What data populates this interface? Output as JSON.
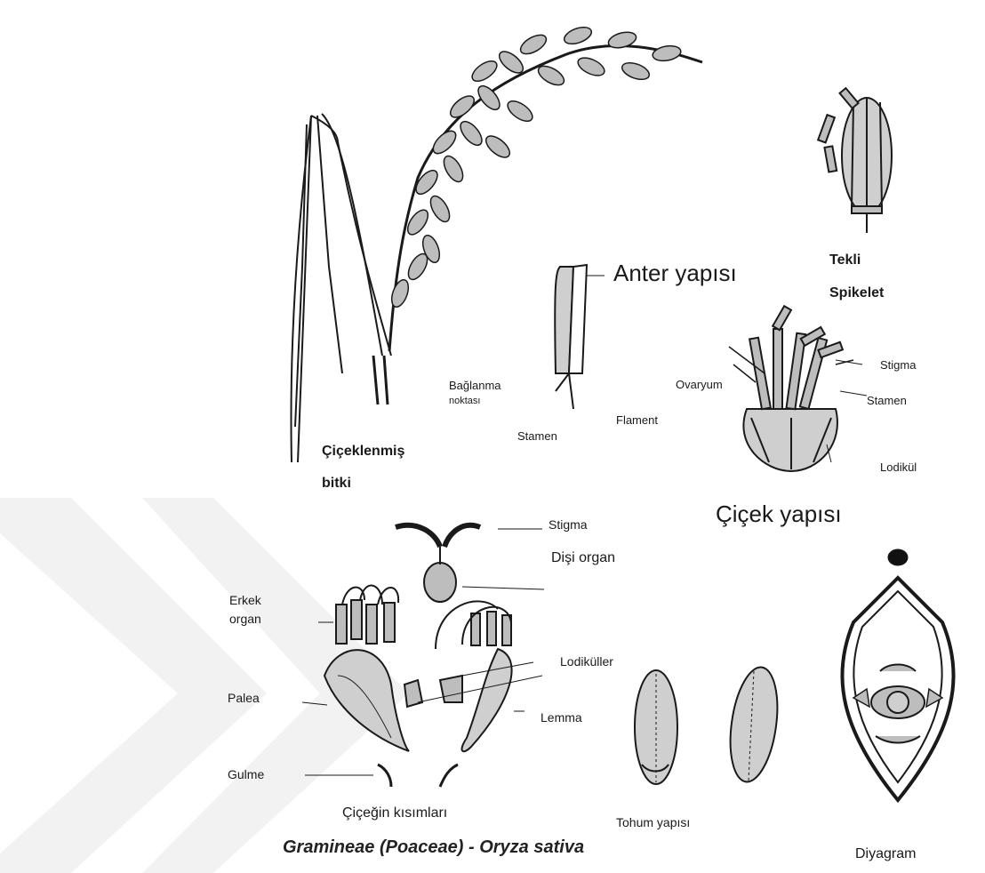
{
  "labels": {
    "anter_yapisi": "Anter yapısı",
    "tekli_spikelet_line1": "Tekli",
    "tekli_spikelet_line2": "Spikelet",
    "baglanma_line1": "Bağlanma",
    "baglanma_line2": "noktası",
    "stamen_anter": "Stamen",
    "flament": "Flament",
    "ovaryum": "Ovaryum",
    "stigma_flower": "Stigma",
    "stamen_flower": "Stamen",
    "lodikul": "Lodikül",
    "cicek_yapisi": "Çiçek yapısı",
    "ciceklenmis_line1": "Çiçeklenmiş",
    "ciceklenmis_line2": "bitki",
    "stigma_parts": "Stigma",
    "disi_organ": "Dişi organ",
    "erkek_line1": "Erkek",
    "erkek_line2": "organ",
    "lodikuller": "Lodiküller",
    "palea": "Palea",
    "lemma": "Lemma",
    "gulme": "Gulme",
    "cicegin_kisimlari": "Çiçeğin kısımları",
    "tohum_yapisi": "Tohum yapısı",
    "species": "Gramineae (Poaceae) - Oryza sativa",
    "diyagram": "Diyagram"
  },
  "icons": {
    "plant": "flowered-rice-plant-drawing",
    "spikelet": "single-spikelet-drawing",
    "anther": "anther-drawing",
    "flower": "flower-structure-drawing",
    "parts": "flower-parts-drawing",
    "seed": "seed-drawing",
    "diagram": "floral-diagram-drawing",
    "watermark": "chevron-watermark"
  },
  "colors": {
    "ink": "#1a1a1a",
    "fill": "#bdbdbd",
    "watermark": "#f1f1f1"
  }
}
